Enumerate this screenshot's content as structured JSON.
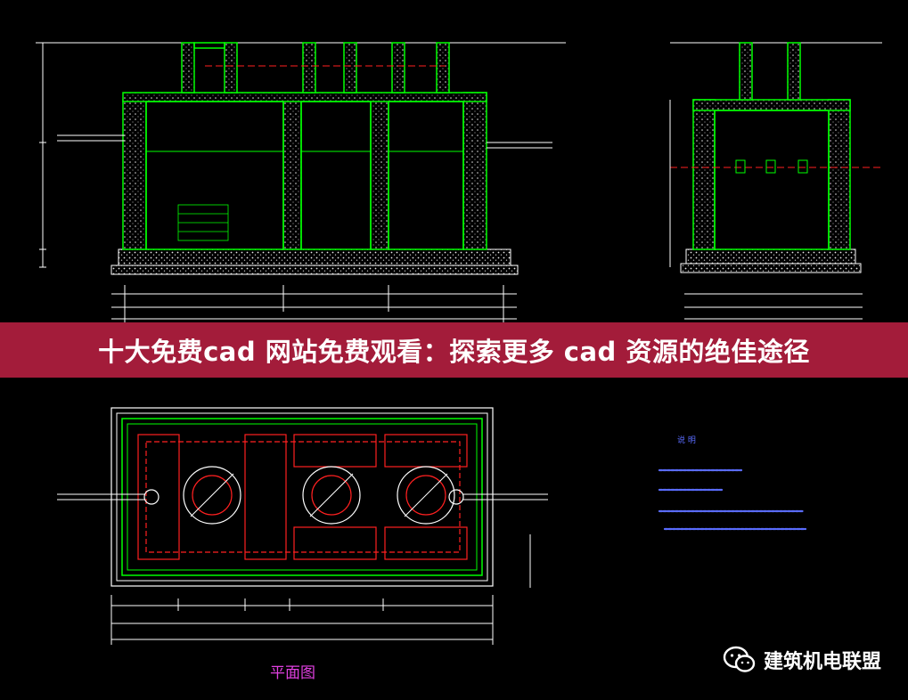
{
  "banner": {
    "title": "十大免费cad 网站免费观看：探索更多 cad 资源的绝佳途径"
  },
  "plan": {
    "caption": "平面图"
  },
  "notes": {
    "heading": "说 明"
  },
  "watermark": {
    "name": "建筑机电联盟",
    "icon": "wechat-icon"
  },
  "colors": {
    "background": "#000000",
    "structure": "#00ff00",
    "dimension": "#ffffff",
    "plan_red": "#ff2020",
    "banner": "#a31c3a",
    "caption": "#e040e0",
    "notes_blue": "#5a6cff"
  }
}
